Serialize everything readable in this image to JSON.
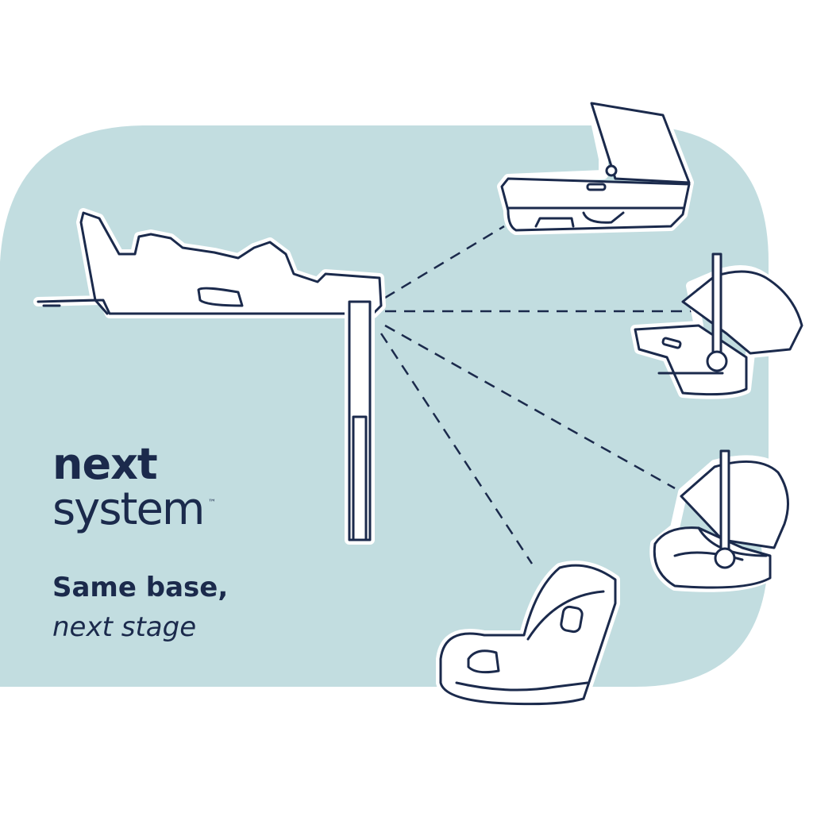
{
  "brand": {
    "line1": "next",
    "line2": "system",
    "trademark": "™"
  },
  "tagline": {
    "line1": "Same base,",
    "line2": "next stage"
  },
  "colors": {
    "background_panel": "#c2dde0",
    "ink": "#1b2a4c"
  },
  "illustrations": [
    "isofix-base-icon",
    "carrycot-icon",
    "infant-carrier-icon",
    "infant-carrier-reclined-icon",
    "toddler-seat-icon"
  ]
}
